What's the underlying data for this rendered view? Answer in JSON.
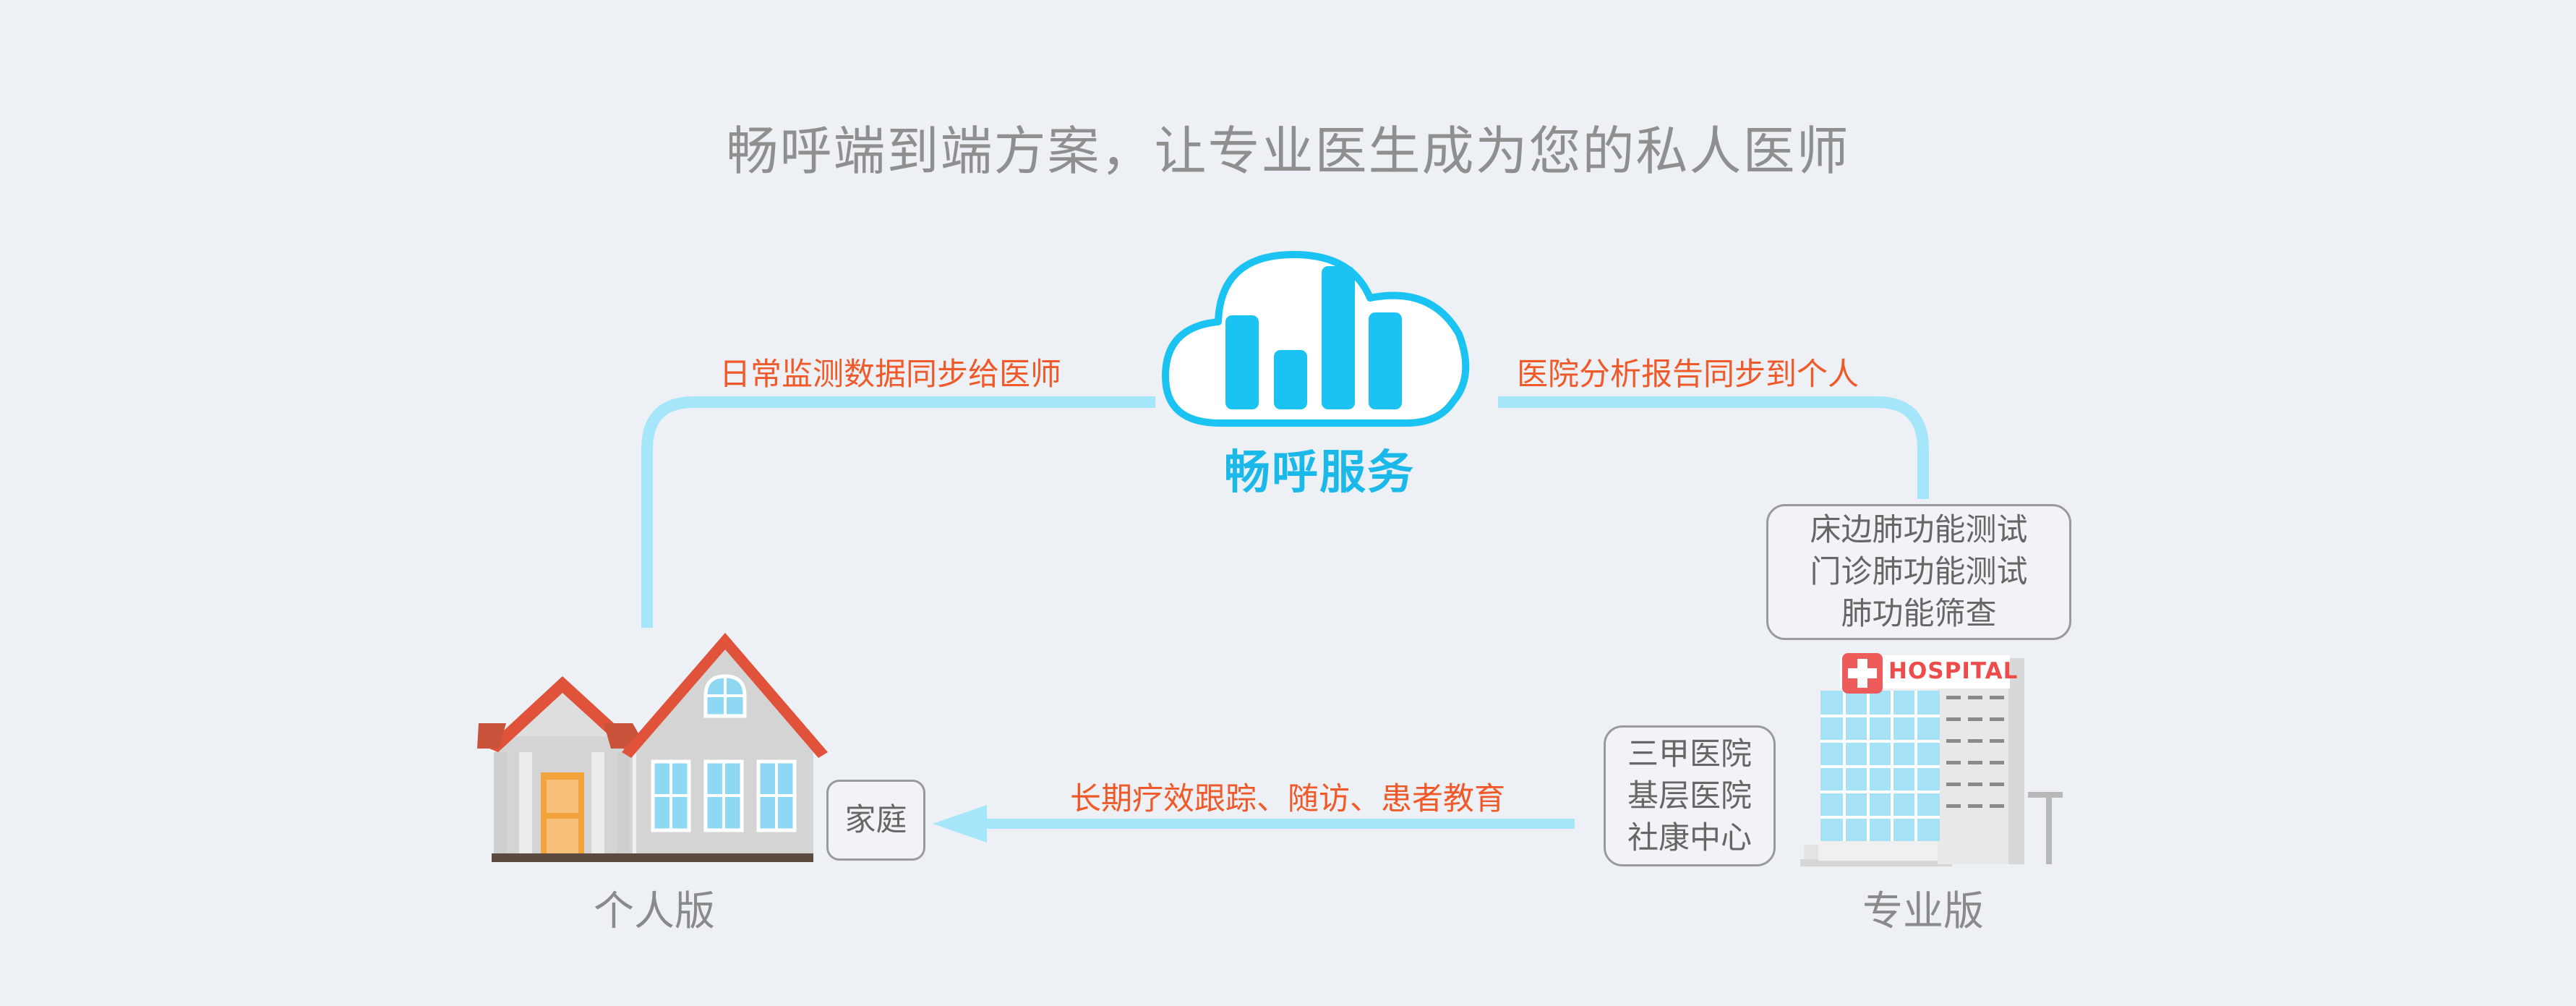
{
  "title": "畅呼端到端方案，让专业医生成为您的私人医师",
  "cloud": {
    "label": "畅呼服务",
    "color": "#1bc3f2"
  },
  "flows": {
    "top_left": "日常监测数据同步给医师",
    "top_right": "医院分析报告同步到个人",
    "bottom": "长期疗效跟踪、随访、患者教育"
  },
  "home": {
    "box_label": "家庭",
    "version": "个人版"
  },
  "hospital": {
    "sign": "HOSPITAL",
    "version": "专业版",
    "tests": [
      "床边肺功能测试",
      "门诊肺功能测试",
      "肺功能筛查"
    ],
    "institutions": [
      "三甲医院",
      "基层医院",
      "社康中心"
    ]
  },
  "colors": {
    "background": "#edf0f4",
    "accent_orange": "#f05a2a",
    "connector_blue": "#a5e6fa",
    "cloud_blue": "#1bc3f2"
  }
}
